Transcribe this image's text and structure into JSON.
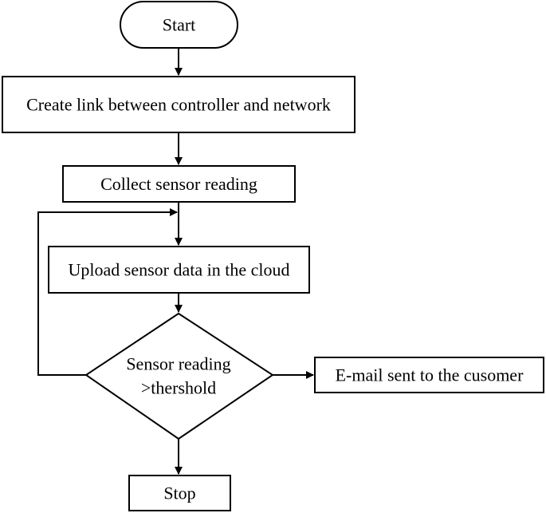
{
  "flowchart": {
    "start": "Start",
    "create_link": "Create link between controller and network",
    "collect": "Collect sensor reading",
    "upload": "Upload sensor data in the cloud",
    "decision_line1": "Sensor reading",
    "decision_line2": ">thershold",
    "email": "E-mail sent to the cusomer",
    "stop": "Stop"
  }
}
